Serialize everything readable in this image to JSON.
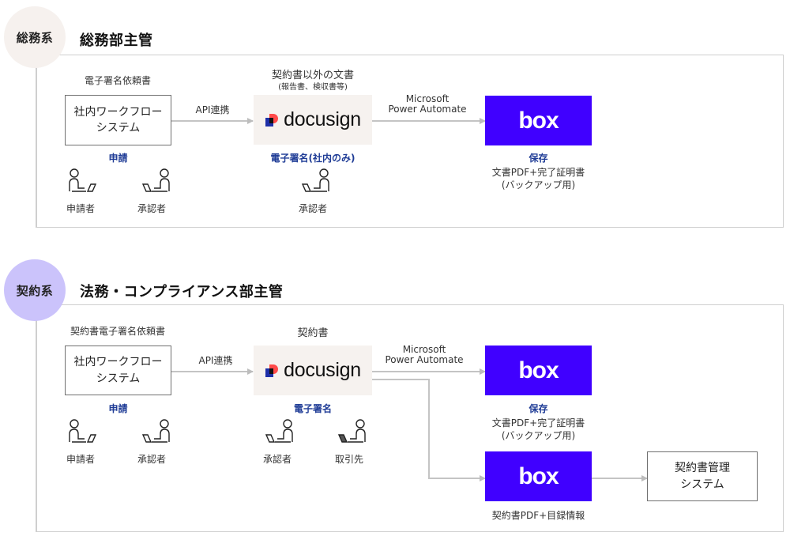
{
  "sections": [
    {
      "badge": "総務系",
      "badge_color": "#f6f1ee",
      "title": "総務部主管",
      "workflow": {
        "caption": "電子署名依頼書",
        "box_line1": "社内ワークフロー",
        "box_line2": "システム",
        "action": "申請",
        "people": [
          "申請者",
          "承認者"
        ]
      },
      "api_label": "API連携",
      "docusign": {
        "caption": "契約書以外の文書",
        "subcaption": "(報告書、検収書等)",
        "logo_text": "docusign",
        "action": "電子署名(社内のみ)",
        "people": [
          "承認者"
        ]
      },
      "automation_label_line1": "Microsoft",
      "automation_label_line2": "Power Automate",
      "box": {
        "logo_text": "box",
        "action": "保存",
        "desc_line1": "文書PDF+完了証明書",
        "desc_line2": "(バックアップ用)"
      }
    },
    {
      "badge": "契約系",
      "badge_color": "#cbc3fb",
      "title": "法務・コンプライアンス部主管",
      "workflow": {
        "caption": "契約書電子署名依頼書",
        "box_line1": "社内ワークフロー",
        "box_line2": "システム",
        "action": "申請",
        "people": [
          "申請者",
          "承認者"
        ]
      },
      "api_label": "API連携",
      "docusign": {
        "caption": "契約書",
        "logo_text": "docusign",
        "action": "電子署名",
        "people": [
          "承認者",
          "取引先"
        ]
      },
      "automation_label_line1": "Microsoft",
      "automation_label_line2": "Power Automate",
      "box": {
        "logo_text": "box",
        "action": "保存",
        "desc_line1": "文書PDF+完了証明書",
        "desc_line2": "(バックアップ用)"
      },
      "box2": {
        "logo_text": "box",
        "desc": "契約書PDF+目録情報"
      },
      "cms": {
        "line1": "契約書管理",
        "line2": "システム"
      }
    }
  ],
  "colors": {
    "box_brand": "#4000ff",
    "action_blue": "#1f3c96",
    "docusign_bg": "#f6f2ef",
    "docusign_red": "#ff4a4a",
    "docusign_blue": "#1e2fa8"
  }
}
